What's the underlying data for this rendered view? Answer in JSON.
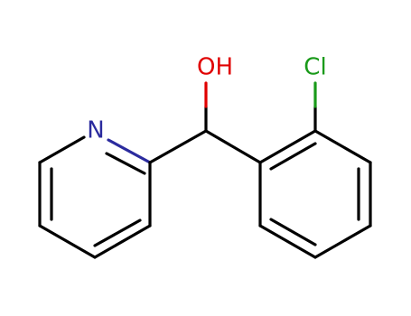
{
  "molecule": {
    "atoms": [
      {
        "id": "O1",
        "label": "OH",
        "color": "#e00000"
      },
      {
        "id": "Cl1",
        "label": "Cl",
        "color": "#1a9a1a"
      },
      {
        "id": "N1",
        "label": "N",
        "color": "#2b2b9e"
      }
    ],
    "bond_colors": {
      "default": "#000000",
      "oxygen": "#e00000",
      "chlorine": "#1a9a1a",
      "nitrogen": "#2b2b9e"
    }
  }
}
